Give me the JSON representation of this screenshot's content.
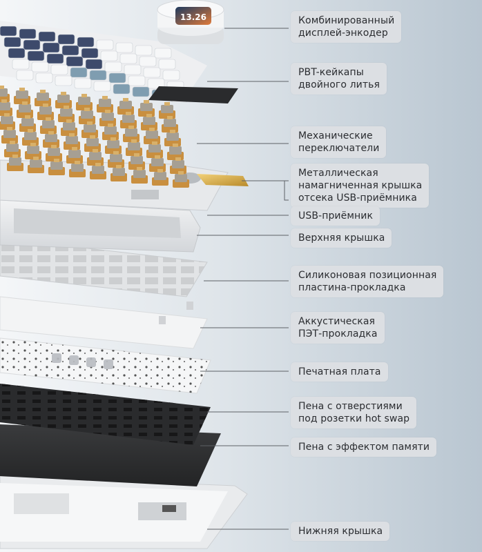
{
  "display": {
    "screen_text": "13.26"
  },
  "callouts": [
    {
      "id": "display-encoder",
      "text": "Комбинированный\nдисплей-энкодер"
    },
    {
      "id": "pbt-keycaps",
      "text": "PBT-кейкапы\nдвойного литья"
    },
    {
      "id": "mechanical-switches",
      "text": "Механические\nпереключатели"
    },
    {
      "id": "usb-cover",
      "text": "Металлическая\nнамагниченная крышка\nотсека USB-приёмника"
    },
    {
      "id": "usb-receiver",
      "text": "USB-приёмник"
    },
    {
      "id": "top-case",
      "text": "Верхняя крышка"
    },
    {
      "id": "silicone-gasket",
      "text": "Силиконовая позиционная\nпластина-прокладка"
    },
    {
      "id": "acoustic-pet",
      "text": "Аккустическая\nПЭТ-прокладка"
    },
    {
      "id": "pcb",
      "text": "Печатная плата"
    },
    {
      "id": "hotswap-foam",
      "text": "Пена с отверстиями\nпод розетки hot swap"
    },
    {
      "id": "memory-foam",
      "text": "Пена с эффектом памяти"
    },
    {
      "id": "bottom-case",
      "text": "Нижняя крышка"
    }
  ]
}
